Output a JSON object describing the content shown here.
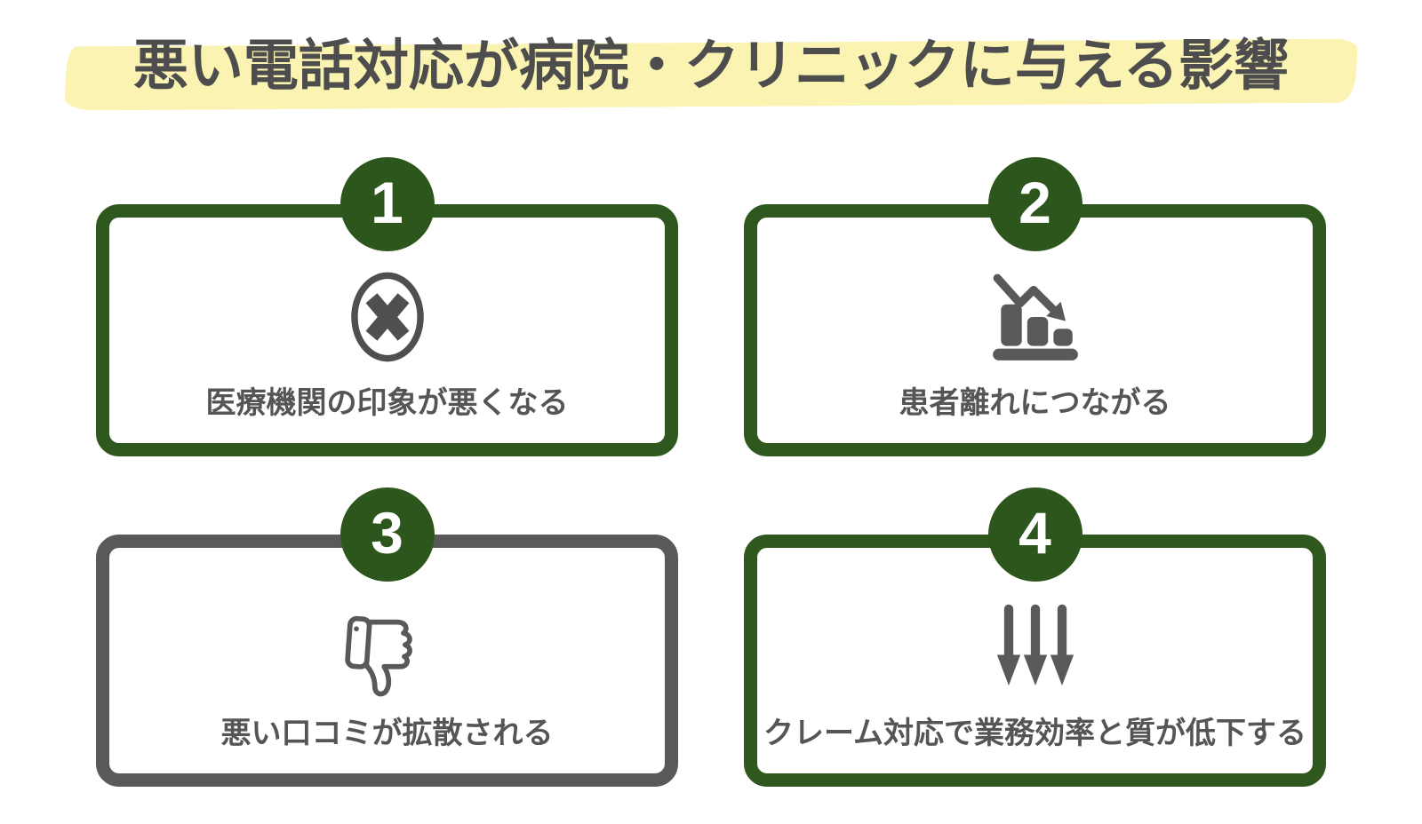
{
  "title": "悪い電話対応が病院・クリニックに与える影響",
  "colors": {
    "accent_green": "#2e581d",
    "badge_green": "#2d561c",
    "neutral_gray_border": "#595959",
    "icon_gray": "#595959",
    "text_gray": "#4d4d4d",
    "highlight_yellow": "#faf3b2",
    "card_background": "#ffffff"
  },
  "cards": [
    {
      "number": "1",
      "label": "医療機関の印象が悪くなる",
      "icon": "x-circle-icon",
      "border": "green"
    },
    {
      "number": "2",
      "label": "患者離れにつながる",
      "icon": "declining-bar-chart-icon",
      "border": "green"
    },
    {
      "number": "3",
      "label": "悪い口コミが拡散される",
      "icon": "thumbs-down-icon",
      "border": "gray"
    },
    {
      "number": "4",
      "label": "クレーム対応で業務効率と質が低下する",
      "icon": "triple-down-arrows-icon",
      "border": "green"
    }
  ]
}
